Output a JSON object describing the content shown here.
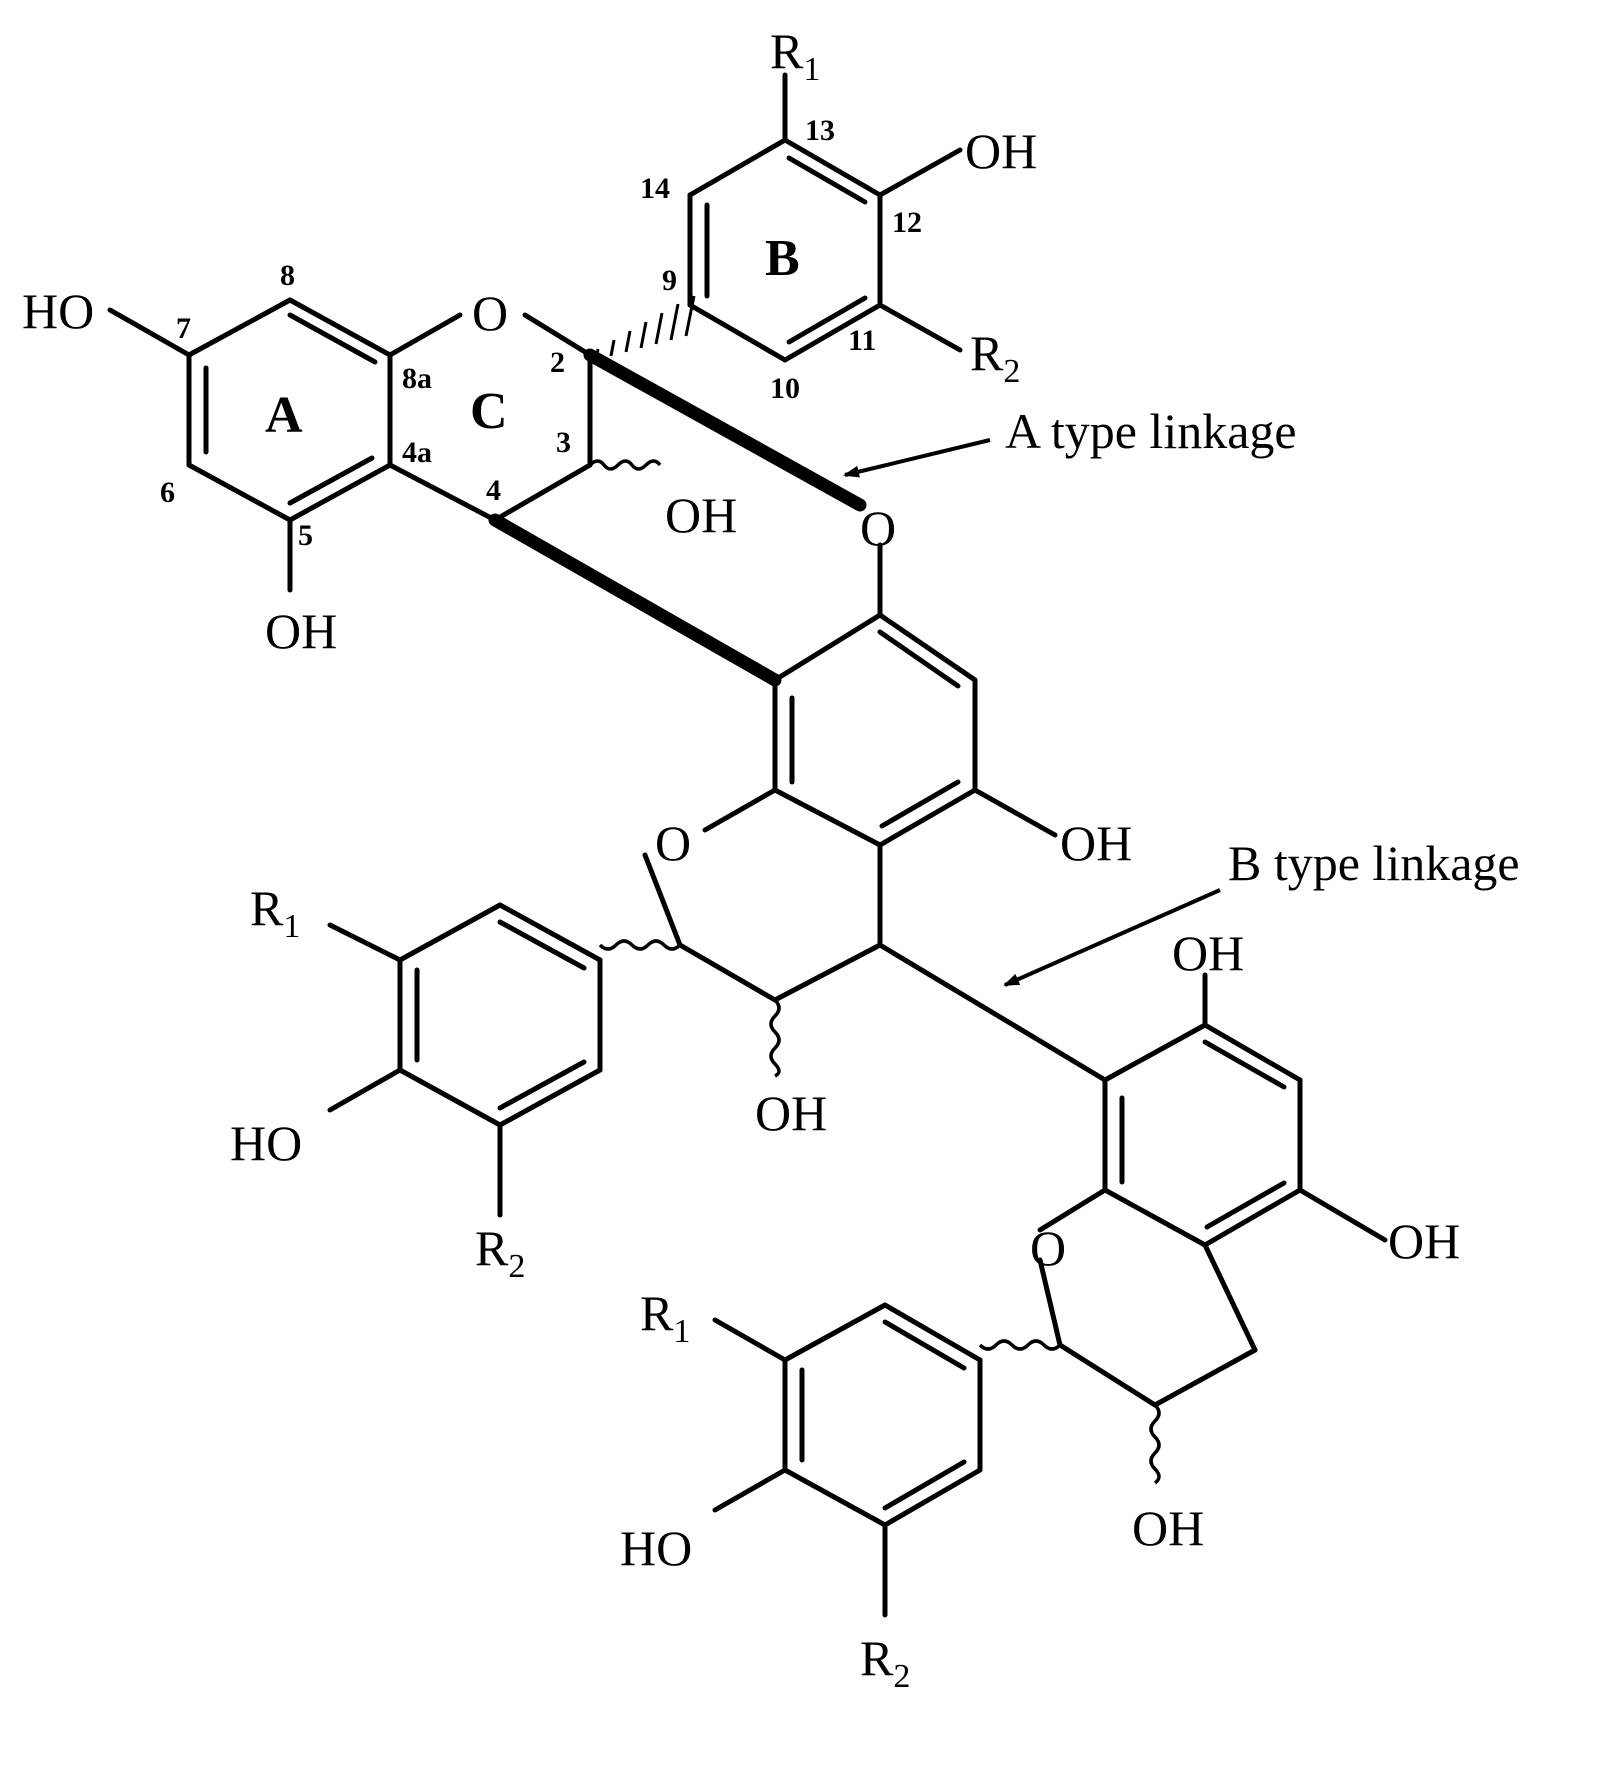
{
  "atoms": {
    "oxygen": "O",
    "hydroxyl": "OH",
    "hydroxyl_left": "HO",
    "r_letter": "R",
    "r1_sub": "1",
    "r2_sub": "2"
  },
  "positions": [
    "2",
    "3",
    "4",
    "4a",
    "5",
    "6",
    "7",
    "8",
    "8a",
    "9",
    "10",
    "11",
    "12",
    "13",
    "14"
  ],
  "rings": [
    "A",
    "B",
    "C"
  ],
  "linkages": {
    "a_type": "A type linkage",
    "b_type": "B type linkage"
  }
}
